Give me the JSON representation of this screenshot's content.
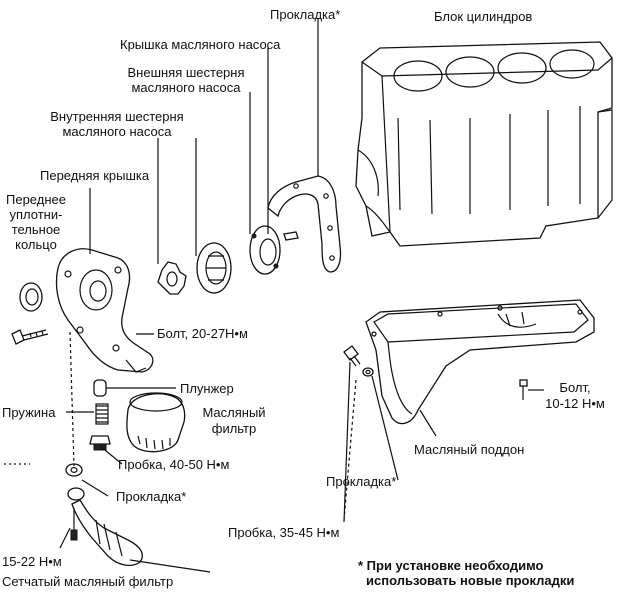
{
  "labels": {
    "gasket_top": "Прокладка*",
    "cylinder_block": "Блок цилиндров",
    "pump_cover": "Крышка масляного насоса",
    "outer_gear_l1": "Внешняя шестерня",
    "outer_gear_l2": "масляного насоса",
    "inner_gear_l1": "Внутренняя шестерня",
    "inner_gear_l2": "масляного насоса",
    "front_cover": "Передняя крышка",
    "front_seal_l1": "Переднее",
    "front_seal_l2": "уплотни-",
    "front_seal_l3": "тельное",
    "front_seal_l4": "кольцо",
    "bolt_left": "Болт, 20-27Н•м",
    "plunger": "Плунжер",
    "spring": "Пружина",
    "oil_filter_l1": "Масляный",
    "oil_filter_l2": "фильтр",
    "plug_left": "Пробка, 40-50 Н•м",
    "gasket_left": "Прокладка*",
    "torque_bottom": "15-22 Н•м",
    "strainer": "Сетчатый масляный фильтр",
    "bolt_right_l1": "Болт,",
    "bolt_right_l2": "10-12 Н•м",
    "oil_pan": "Масляный поддон",
    "gasket_right": "Прокладка*",
    "plug_right": "Пробка, 35-45 Н•м",
    "note_l1": "* При установке необходимо",
    "note_l2": "использовать новые прокладки"
  }
}
